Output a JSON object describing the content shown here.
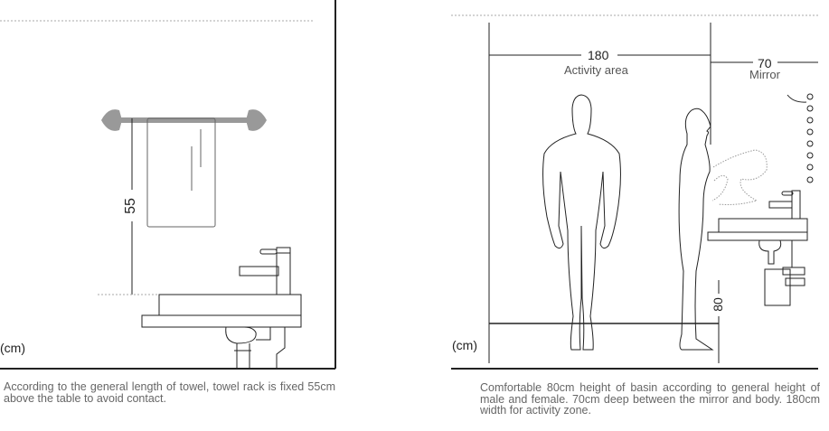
{
  "left_panel": {
    "unit": "(cm)",
    "towel_height_label": "55",
    "caption": "According to the general length of towel, towel rack is fixed 55cm above the table to avoid contact."
  },
  "right_panel": {
    "unit": "(cm)",
    "activity_width_label": "180",
    "activity_area_label": "Activity area",
    "mirror_depth_label": "70",
    "mirror_label": "Mirror",
    "basin_height_label": "80",
    "caption": "Comfortable 80cm height of basin according to general height of male and female. 70cm deep between the mirror and body. 180cm width for activity zone."
  },
  "colors": {
    "line": "#222222",
    "rack": "#999999",
    "caption": "#666666"
  }
}
